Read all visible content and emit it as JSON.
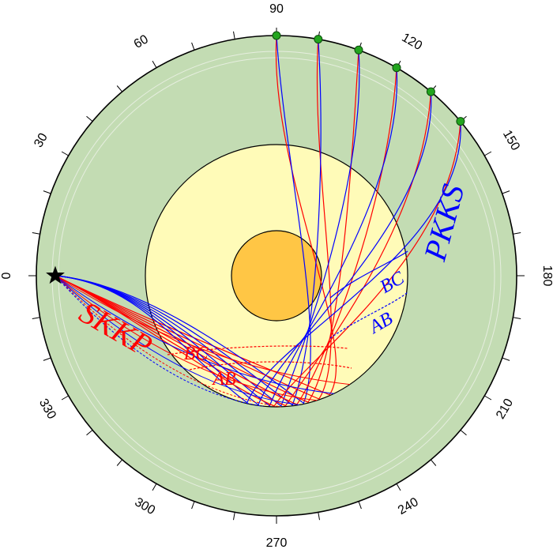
{
  "diagram": {
    "angle_ticks": [
      {
        "value": "0",
        "angle": 0
      },
      {
        "value": "30",
        "angle": 30
      },
      {
        "value": "60",
        "angle": 60
      },
      {
        "value": "90",
        "angle": 90
      },
      {
        "value": "120",
        "angle": 120
      },
      {
        "value": "150",
        "angle": 150
      },
      {
        "value": "180",
        "angle": 180
      },
      {
        "value": "210",
        "angle": 210
      },
      {
        "value": "240",
        "angle": 240
      },
      {
        "value": "270",
        "angle": 270
      },
      {
        "value": "300",
        "angle": 300
      },
      {
        "value": "330",
        "angle": 330
      }
    ],
    "labels": {
      "skkp": "SKKP",
      "pkks": "PKKS",
      "skkp_bc": "BC",
      "skkp_ab": "AB",
      "pkks_bc": "BC",
      "pkks_ab": "AB"
    },
    "colors": {
      "mantle": "#c3dcb3",
      "outer_core": "#fffbb8",
      "inner_core": "#ffc645",
      "skkp": "#ff0000",
      "pkks": "#0000ff",
      "receiver": "#22a51e",
      "source": "#000000"
    },
    "receivers_deg": [
      90,
      100,
      110,
      120,
      130,
      140
    ],
    "source_deg": 0
  }
}
